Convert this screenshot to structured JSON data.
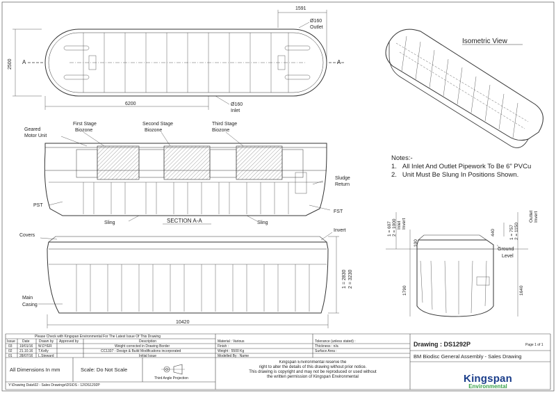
{
  "top_view": {
    "dim_width": "1591",
    "outlet": [
      "Ø160",
      "Outlet"
    ],
    "inlet": [
      "Ø160",
      "Inlet"
    ],
    "dim_length": "6200",
    "dim_height": "2500",
    "section_marker": "A"
  },
  "isometric": {
    "title": "Isometric View"
  },
  "section": {
    "title": "SECTION A-A",
    "labels": {
      "geared_motor": [
        "Geared",
        "Motor Unit"
      ],
      "first_stage": [
        "First Stage",
        "Biozone"
      ],
      "second_stage": [
        "Second Stage",
        "Biozone"
      ],
      "third_stage": [
        "Third Stage",
        "Biozone"
      ],
      "sludge_return": [
        "Sludge",
        "Return"
      ],
      "pst": "PST",
      "fst": "FST",
      "sling_left": "Sling",
      "sling_right": "Sling"
    }
  },
  "notes": {
    "heading": "Notes:-",
    "items": [
      {
        "n": "1.",
        "text": "All Inlet And Outlet Pipework To Be 6\" PVCu"
      },
      {
        "n": "2.",
        "text": "Unit Must Be Slung In Positions Shown."
      }
    ]
  },
  "elevation": {
    "covers": "Covers",
    "invert": "Invert",
    "main_casing": [
      "Main",
      "Casing"
    ],
    "dim_length": "10420",
    "dim_height": [
      "1 = 2830",
      "2 = 3230"
    ]
  },
  "end_view": {
    "inlet_dim": [
      "1 = 607",
      "2 = 1000"
    ],
    "inlet_label": [
      "Inlet",
      "Invert"
    ],
    "outlet_dim": [
      "1 = 757",
      "2 = 1150"
    ],
    "outlet_label": [
      "Outlet",
      "Invert"
    ],
    "dim_100": "100",
    "dim_440": "440",
    "ground": [
      "Ground",
      "Level"
    ],
    "dim_1790": "1790",
    "dim_1640": "1640"
  },
  "title_block": {
    "check_notice": "Please Check with Kingspan Environmental For The Latest Issue Of This Drawing",
    "headers": [
      "Issue",
      "Date",
      "Drawn by",
      "Approved by",
      "Description"
    ],
    "revisions": [
      {
        "issue": "03",
        "date": "19/01/16",
        "drawn": "W.DYER",
        "approved": "",
        "desc": "Weight corrected in Drawing Border"
      },
      {
        "issue": "02",
        "date": "21.10.16",
        "drawn": "T.Kelly",
        "approved": "",
        "desc": "CC1337 - Design & Build Modifications incorporated"
      },
      {
        "issue": "01",
        "date": "28/07/16",
        "drawn": "L.Steward",
        "approved": "",
        "desc": "Initial Issue"
      }
    ],
    "material": "Material : Various",
    "finish": "Finish :",
    "weight": "Weight : 5500 Kg",
    "modelled": "Modelled By : Name",
    "tolerance": "Tolerance (unless stated) :",
    "thickness": "Thickness : n/a",
    "surface": "Surface Area :",
    "drawing": "Drawing : DS1292P",
    "page": "Page 1 of 1",
    "drawing_title": "BM Biodisc General Assembly - Sales Drawing",
    "dimensions": "All Dimensions In mm",
    "scale": "Scale: Do Not Scale",
    "projection": "Third Angle Projection",
    "path": "Y:\\Drawing Data\\02 - Sales Drawings\\DS\\DS - 12\\DS1292P",
    "copyright": [
      "Kingspan Environmental reserve the",
      "right to alter the details of this drawing without prior notice.",
      "This drawing is copyright and may not be reproduced or used without",
      "the written permission of Kingspan Environmental"
    ],
    "logo": "Kingspan",
    "logo_sub": "Environmental",
    "colors": {
      "logo_blue": "#1a3d8a",
      "logo_green": "#3aa14a"
    }
  }
}
